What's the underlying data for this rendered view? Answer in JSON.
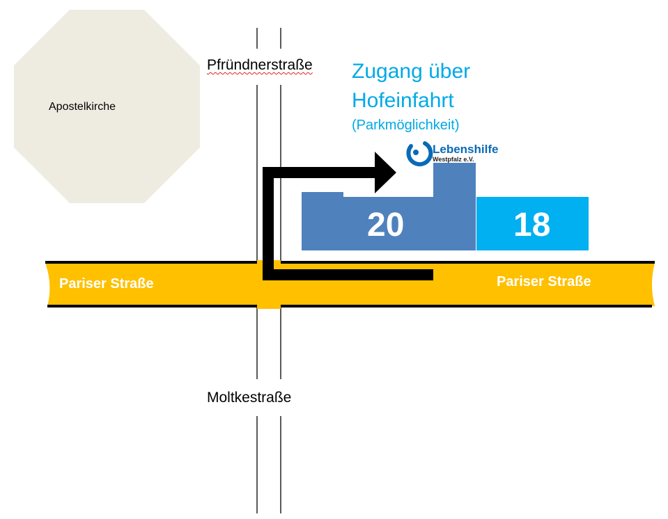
{
  "landmarks": {
    "church": "Apostelkirche"
  },
  "streets": {
    "north": "Pfründnerstraße",
    "south": "Moltkestraße",
    "main_left": "Pariser Straße",
    "main_right": "Pariser Straße"
  },
  "access_note": {
    "line1": "Zugang über",
    "line2": "Hofeinfahrt",
    "line3": "(Parkmöglichkeit)"
  },
  "buildings": [
    {
      "number": "20"
    },
    {
      "number": "18"
    }
  ],
  "logo": {
    "name": "Lebenshilfe",
    "sub": "Westpfalz e.V."
  },
  "colors": {
    "road": "#ffc000",
    "building20": "#4f81bd",
    "building18": "#00b0f0",
    "church": "#eeece1",
    "accent": "#00a9e6"
  }
}
